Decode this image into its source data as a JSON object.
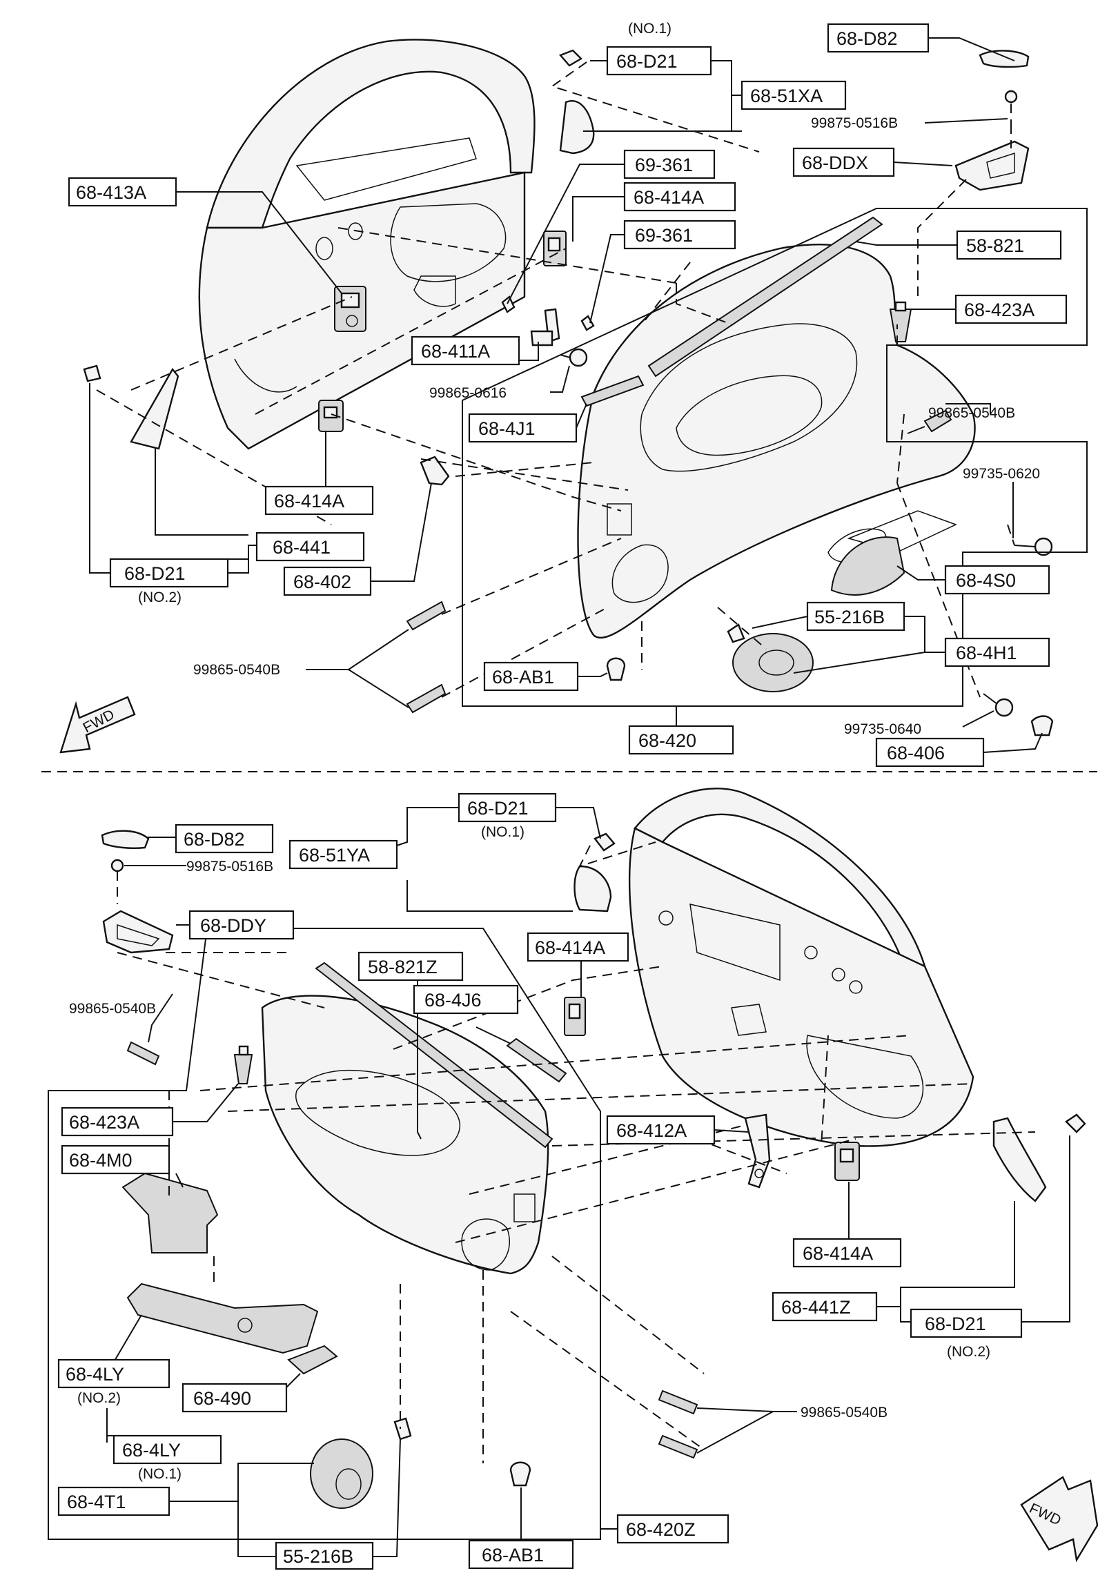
{
  "upper": {
    "labels": {
      "l_68D82": "68-D82",
      "l_no1": "(NO.1)",
      "l_68D21": "68-D21",
      "l_6851XA": "68-51XA",
      "l_99875": "99875-0516B",
      "l_68DDX": "68-DDX",
      "l_69361a": "69-361",
      "l_68414Aa": "68-414A",
      "l_69361b": "69-361",
      "l_68413A": "68-413A",
      "l_58821": "58-821",
      "l_68423A": "68-423A",
      "l_68411A": "68-411A",
      "l_99865_0616": "99865-0616",
      "l_99865_0540a": "99865-0540B",
      "l_684J1": "68-4J1",
      "l_99735_0620": "99735-0620",
      "l_68414Ab": "68-414A",
      "l_68441": "68-441",
      "l_68D21b": "68-D21",
      "l_no2": "(NO.2)",
      "l_68402": "68-402",
      "l_684S0": "68-4S0",
      "l_55216B": "55-216B",
      "l_684H1": "68-4H1",
      "l_99865_0540b": "99865-0540B",
      "l_68AB1": "68-AB1",
      "l_99735_0640": "99735-0640",
      "l_68406": "68-406",
      "l_68420": "68-420",
      "l_fwd": "FWD"
    }
  },
  "lower": {
    "labels": {
      "l_68D82": "68-D82",
      "l_68D21": "68-D21",
      "l_6851YA": "68-51YA",
      "l_no1": "(NO.1)",
      "l_99875": "99875-0516B",
      "l_68DDY": "68-DDY",
      "l_58821Z": "58-821Z",
      "l_68414Aa": "68-414A",
      "l_684J6": "68-4J6",
      "l_99865_0540a": "99865-0540B",
      "l_68423A": "68-423A",
      "l_684M0": "68-4M0",
      "l_68412A": "68-412A",
      "l_68414Ab": "68-414A",
      "l_68441Z": "68-441Z",
      "l_68D21b": "68-D21",
      "l_no2b": "(NO.2)",
      "l_99865_0540b": "99865-0540B",
      "l_684LY2": "68-4LY",
      "l_no2": "(NO.2)",
      "l_68490": "68-490",
      "l_684LY1": "68-4LY",
      "l_no1b": "(NO.1)",
      "l_684T1": "68-4T1",
      "l_68420Z": "68-420Z",
      "l_55216B": "55-216B",
      "l_68AB1": "68-AB1",
      "l_fwd": "FWD"
    }
  }
}
